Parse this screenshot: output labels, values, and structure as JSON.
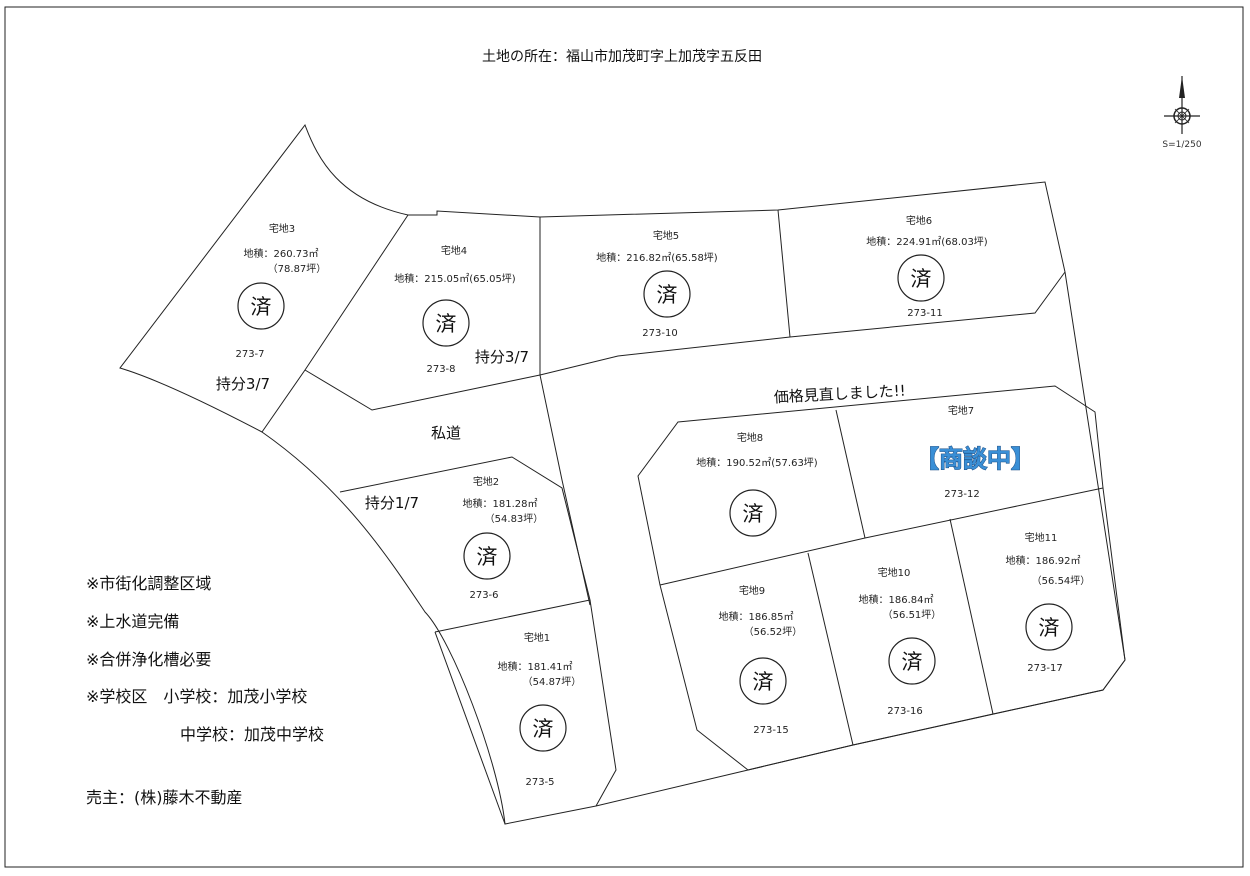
{
  "title": "土地の所在：福山市加茂町字上加茂字五反田",
  "scale_label": "S=1/250",
  "price_notice": "価格見直しました!!",
  "private_road_label": "私道",
  "shares": {
    "share_a": "持分3/7",
    "share_b": "持分3/7",
    "share_c": "持分1/7"
  },
  "sold_mark": "済",
  "negotiation_label": "【商談中】",
  "lots": {
    "lot1": {
      "name": "宅地1",
      "area": "地積：181.41㎡",
      "tsubo": "（54.87坪）",
      "number": "273-5",
      "sold": true
    },
    "lot2": {
      "name": "宅地2",
      "area": "地積：181.28㎡",
      "tsubo": "（54.83坪）",
      "number": "273-6",
      "sold": true
    },
    "lot3": {
      "name": "宅地3",
      "area": "地積：260.73㎡",
      "tsubo": "（78.87坪）",
      "number": "273-7",
      "sold": true
    },
    "lot4": {
      "name": "宅地4",
      "area": "地積：215.05㎡(65.05坪)",
      "number": "273-8",
      "sold": true
    },
    "lot5": {
      "name": "宅地5",
      "area": "地積：216.82㎡(65.58坪)",
      "number": "273-10",
      "sold": true
    },
    "lot6": {
      "name": "宅地6",
      "area": "地積：224.91㎡(68.03坪)",
      "number": "273-11",
      "sold": true
    },
    "lot7": {
      "name": "宅地7",
      "number": "273-12",
      "sold": false
    },
    "lot8": {
      "name": "宅地8",
      "area": "地積：190.52㎡(57.63坪)",
      "number": "",
      "sold": true
    },
    "lot9": {
      "name": "宅地9",
      "area": "地積：186.85㎡",
      "tsubo": "（56.52坪）",
      "number": "273-15",
      "sold": true
    },
    "lot10": {
      "name": "宅地10",
      "area": "地積：186.84㎡",
      "tsubo": "（56.51坪）",
      "number": "273-16",
      "sold": true
    },
    "lot11": {
      "name": "宅地11",
      "area": "地積：186.92㎡",
      "tsubo": "（56.54坪）",
      "number": "273-17",
      "sold": true
    }
  },
  "notes": {
    "note1": "※市街化調整区域",
    "note2": "※上水道完備",
    "note3": "※合併浄化槽必要",
    "note4": "※学校区　小学校：加茂小学校",
    "note5": "中学校：加茂中学校",
    "seller": "売主：(株)藤木不動産"
  },
  "icons": {
    "compass": "compass-rose-icon"
  },
  "colors": {
    "line": "#222222",
    "negotiation": "#3a8fd6"
  }
}
